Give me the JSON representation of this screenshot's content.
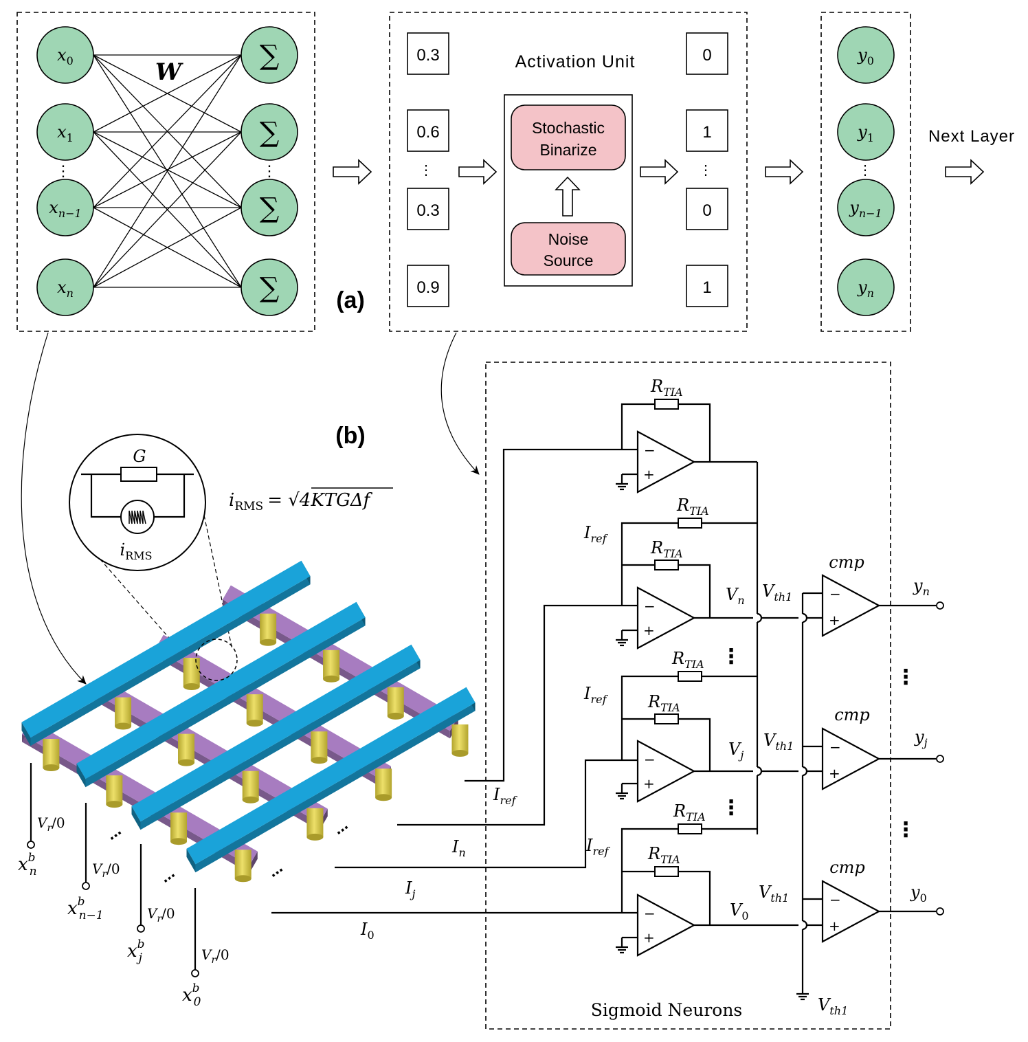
{
  "panel_a": {
    "label": "(a)",
    "weight_label": "W",
    "inputs": [
      {
        "base": "x",
        "sub": "0"
      },
      {
        "base": "x",
        "sub": "1"
      },
      {
        "base": "x",
        "sub": "n−1"
      },
      {
        "base": "x",
        "sub": "n"
      }
    ],
    "sum_symbol": "∑",
    "activation": {
      "title": "Activation Unit",
      "in_values": [
        "0.3",
        "0.6",
        "0.3",
        "0.9"
      ],
      "out_values": [
        "0",
        "1",
        "0",
        "1"
      ],
      "binarize_line1": "Stochastic",
      "binarize_line2": "Binarize",
      "noise_line1": "Noise",
      "noise_line2": "Source"
    },
    "outputs": [
      {
        "base": "y",
        "sub": "0"
      },
      {
        "base": "y",
        "sub": "1"
      },
      {
        "base": "y",
        "sub": "n−1"
      },
      {
        "base": "y",
        "sub": "n"
      }
    ],
    "next_layer": "Next Layer",
    "dots": "⋮"
  },
  "panel_b": {
    "label": "(b)",
    "noise_formula_lhs": "i",
    "noise_formula_sub": "RMS",
    "noise_formula_rhs": "= √4KTGΔf",
    "conductance": "G",
    "noise_current": "i",
    "noise_current_sub": "RMS",
    "crossbar_inputs": [
      {
        "voltage": "V",
        "vsub": "r",
        "vtail": "/0",
        "base": "x",
        "sup": "b",
        "sub": "n"
      },
      {
        "voltage": "V",
        "vsub": "r",
        "vtail": "/0",
        "base": "x",
        "sup": "b",
        "sub": "n−1"
      },
      {
        "voltage": "V",
        "vsub": "r",
        "vtail": "/0",
        "base": "x",
        "sup": "b",
        "sub": "j"
      },
      {
        "voltage": "V",
        "vsub": "r",
        "vtail": "/0",
        "base": "x",
        "sup": "b",
        "sub": "0"
      }
    ],
    "currents": [
      {
        "base": "I",
        "sub": "ref"
      },
      {
        "base": "I",
        "sub": "n"
      },
      {
        "base": "I",
        "sub": "j"
      },
      {
        "base": "I",
        "sub": "0"
      }
    ],
    "rtia": {
      "base": "R",
      "sub": "TIA"
    },
    "iref": {
      "base": "I",
      "sub": "ref"
    },
    "node_voltages": [
      {
        "base": "V",
        "sub": "n"
      },
      {
        "base": "V",
        "sub": "j"
      },
      {
        "base": "V",
        "sub": "0"
      }
    ],
    "vth": {
      "base": "V",
      "sub": "th1"
    },
    "comparator": "cmp",
    "neuron_outputs": [
      {
        "base": "y",
        "sub": "n"
      },
      {
        "base": "y",
        "sub": "j"
      },
      {
        "base": "y",
        "sub": "0"
      }
    ],
    "minus": "−",
    "plus": "+",
    "section_title": "Sigmoid Neurons"
  },
  "colors": {
    "node_fill": "#9fd6b4",
    "activation_fill": "#f4c3c8",
    "top_electrode": "#1aa3d9",
    "bottom_electrode": "#a77cc0",
    "memristor": "#d9c93f"
  }
}
